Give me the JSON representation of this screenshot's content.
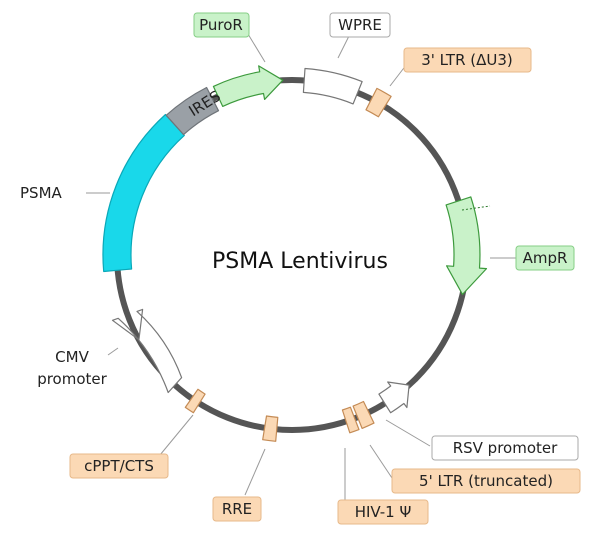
{
  "plasmid": {
    "title": "PSMA Lentivirus",
    "backbone_color": "#555555",
    "features": {
      "psma": {
        "label": "PSMA",
        "color": "#19d8ea"
      },
      "ires": {
        "label": "IRES",
        "color": "#9aa0a6"
      },
      "puro": {
        "label": "PuroR",
        "color": "#c9f2c9"
      },
      "wpre": {
        "label": "WPRE",
        "color": "#ffffff"
      },
      "ltr3": {
        "label": "3' LTR (ΔU3)",
        "color": "#fbd9b5"
      },
      "ampr": {
        "label": "AmpR",
        "color": "#c9f2c9"
      },
      "rsv": {
        "label": "RSV promoter",
        "color": "#ffffff"
      },
      "ltr5": {
        "label": "5' LTR (truncated)",
        "color": "#fbd9b5"
      },
      "hiv": {
        "label": "HIV-1 Ψ",
        "color": "#fbd9b5"
      },
      "rre": {
        "label": "RRE",
        "color": "#fbd9b5"
      },
      "cppt": {
        "label": "cPPT/CTS",
        "color": "#fbd9b5"
      },
      "cmv": {
        "label_line1": "CMV",
        "label_line2": "promoter",
        "color": "#ffffff"
      }
    }
  }
}
